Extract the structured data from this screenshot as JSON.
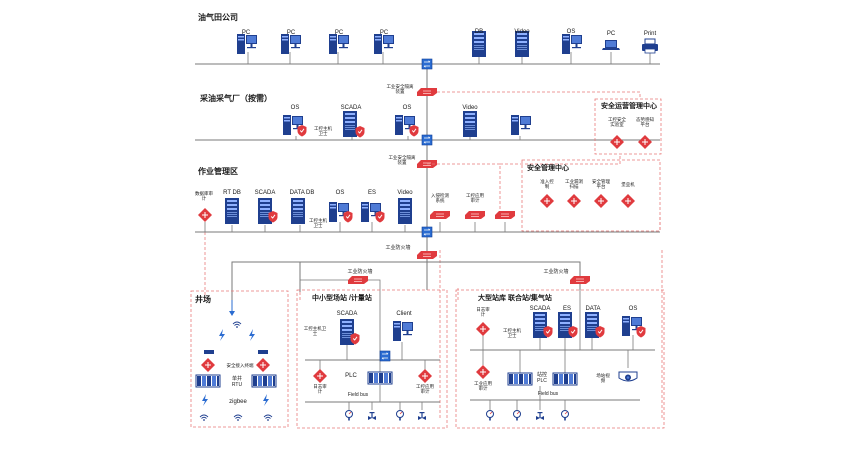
{
  "colors": {
    "accent_red": "#e03a3e",
    "dash_red": "#e87a7a",
    "device_blue": "#1f3f8f",
    "line_gray": "#7a7a7a",
    "icon_blue": "#2b6cd1"
  },
  "zones": {
    "hq": "油气田公司",
    "plant": "采油采气厂（按需）",
    "ops": "作业管理区",
    "wellsite": "井场",
    "small_station": "中小型场站 /计量站",
    "large_station": "大型站库 联合站/集气站"
  },
  "hq": {
    "pcs": [
      "PC",
      "PC",
      "PC",
      "PC"
    ],
    "db": "DB",
    "video": "Video",
    "os": "OS",
    "laptop": "PC",
    "printer": "Print"
  },
  "gateways": {
    "g1": "工业安全隔离装置",
    "g2": "工业安全隔离装置",
    "fw_ops": "工业防火墙",
    "fw_left": "工业防火墙",
    "fw_right": "工业防火墙"
  },
  "plant": {
    "os1": "OS",
    "scada": "SCADA",
    "os2": "OS",
    "video": "Video",
    "guard": "工控主机卫士"
  },
  "sec_ops_center": {
    "title": "安全运营管理中心",
    "items": [
      "工控安全实验室",
      "态势感知平台"
    ]
  },
  "sec_mgmt_center": {
    "title": "安全管理中心",
    "items": [
      "准入控制",
      "工业漏洞扫描",
      "安全管理平台",
      "堡垒机"
    ]
  },
  "ops": {
    "audit": "数据库审计",
    "rtdb": "RT DB",
    "scada": "SCADA",
    "datadb": "DATA DB",
    "os": "OS",
    "es": "ES",
    "video": "Video",
    "guard": "工控主机卫士",
    "ids": "入侵检测系统",
    "app_audit": "工控应用审计"
  },
  "wellsite": {
    "access": "安全接入终端",
    "rtu": "单井 RTU",
    "zigbee": "zigbee"
  },
  "small_station": {
    "scada": "SCADA",
    "client": "Client",
    "guard": "工控主机卫士",
    "plc": "PLC",
    "log_audit": "日志审计",
    "app_audit": "工控应用审计",
    "fieldbus": "Field bus"
  },
  "large_station": {
    "log_audit": "日志审计",
    "scada": "SCADA",
    "es": "ES",
    "data": "DATA",
    "os": "OS",
    "guard": "工控主机卫士",
    "app_audit": "工业应用审计",
    "plc": "站控 PLC",
    "video": "场站视频",
    "fieldbus": "Field bus"
  }
}
